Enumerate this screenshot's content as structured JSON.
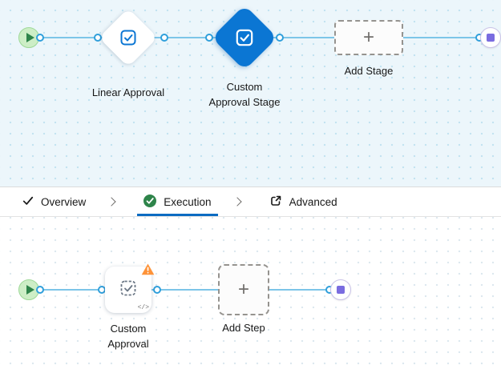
{
  "stage_flow": {
    "linear_label": "Linear Approval",
    "custom_label": "Custom\nApproval Stage",
    "add_stage_label": "Add Stage",
    "plus": "+"
  },
  "tab_bar": {
    "overview_label": "Overview",
    "execution_label": "Execution",
    "advanced_label": "Advanced"
  },
  "step_flow": {
    "custom_label": "Custom\nApproval",
    "add_step_label": "Add Step",
    "code_badge": "</>",
    "plus": "+"
  },
  "icons": {
    "start": "play-icon",
    "end": "stop-icon",
    "stage_nodes": "approval-check-icon",
    "overview": "check-icon",
    "execution": "check-circle-icon",
    "advanced": "clipboard-arrow-icon",
    "step_warning": "warning-triangle-icon"
  },
  "colors": {
    "brand_blue": "#0b76d3",
    "line_blue": "#7cc5e8",
    "port_blue": "#2f9fdb",
    "start_green": "#2e844a",
    "start_green_bg": "#cdeec6",
    "warning_orange": "#fe9339",
    "end_purple": "#7a6ce0",
    "active_tab_underline": "#0b6bc2",
    "canvas_top_bg": "#ecf6fb"
  }
}
